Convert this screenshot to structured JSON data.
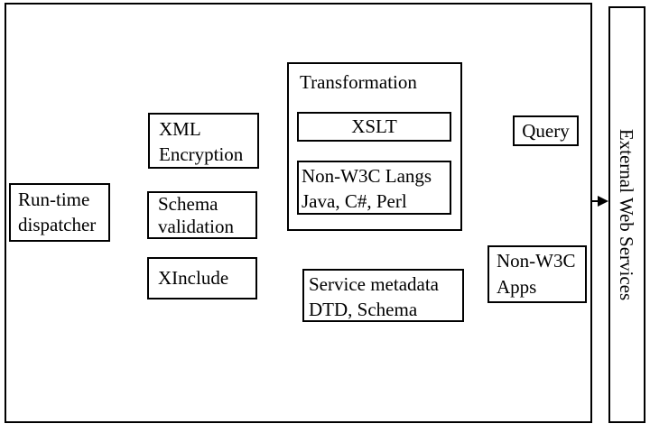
{
  "colors": {
    "line": "#000000",
    "background": "#ffffff"
  },
  "nodes": {
    "dispatcher": {
      "line1": "Run-time",
      "line2": "dispatcher"
    },
    "xml_encryption": {
      "line1": "XML",
      "line2": "Encryption"
    },
    "schema_validation": {
      "line1": "Schema",
      "line2": "validation"
    },
    "xinclude": {
      "label": "XInclude"
    },
    "transformation": {
      "label": "Transformation"
    },
    "xslt": {
      "label": "XSLT"
    },
    "non_w3c_langs": {
      "line1": "Non-W3C Langs",
      "line2": "Java, C#, Perl"
    },
    "service_metadata": {
      "line1": "Service metadata",
      "line2": "DTD, Schema"
    },
    "query": {
      "label": "Query"
    },
    "non_w3c_apps": {
      "line1": "Non-W3C",
      "line2": "Apps"
    },
    "external_web_services": {
      "label": "External Web Services"
    },
    "database": {
      "icon": "database-cylinder"
    }
  }
}
